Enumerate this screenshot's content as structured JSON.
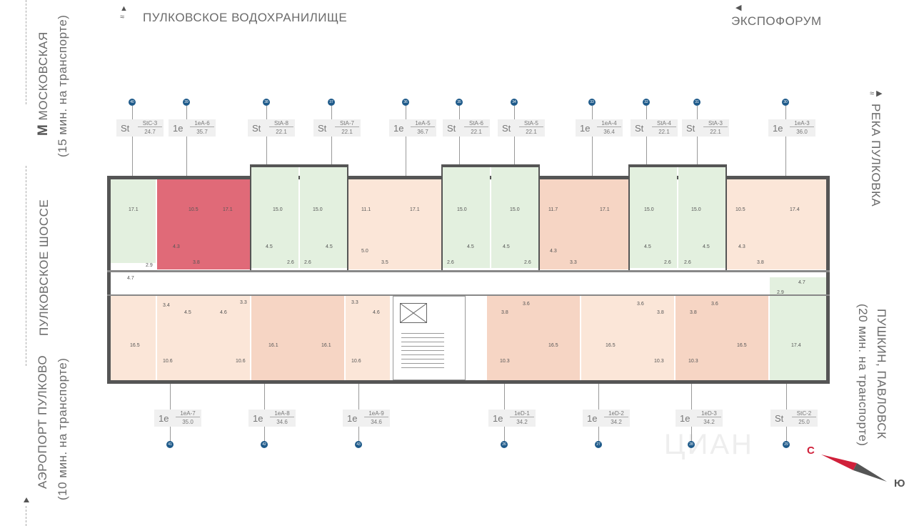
{
  "labels": {
    "top_left": "ПУЛКОВСКОЕ ВОДОХРАНИЛИЩЕ",
    "top_right": "ЭКСПОФОРУМ",
    "left_metro": "МОСКОВСКАЯ",
    "left_metro_sub": "(15 мин. на транспорте)",
    "left_highway": "ПУЛКОВСКОЕ ШОССЕ",
    "left_airport": "АЭРОПОРТ ПУЛКОВО",
    "left_airport_sub": "(10 мин. на транспорте)",
    "right_river": "РЕКА ПУЛКОВКА",
    "right_pushkin": "ПУШКИН, ПАВЛОВСК",
    "right_pushkin_sub": "(20 мин. на транспорте)",
    "metro_letter": "М",
    "compass_north": "С",
    "compass_south": "Ю",
    "watermark": "ЦИАН"
  },
  "top_units": [
    {
      "num": "40",
      "type": "St",
      "code": "StC-3",
      "area": "24.7"
    },
    {
      "num": "39",
      "type": "1e",
      "code": "1eA-6",
      "area": "35.7"
    },
    {
      "num": "38",
      "type": "St",
      "code": "StA-8",
      "area": "22.1"
    },
    {
      "num": "37",
      "type": "St",
      "code": "StA-7",
      "area": "22.1"
    },
    {
      "num": "36",
      "type": "1e",
      "code": "1eA-5",
      "area": "36.7"
    },
    {
      "num": "35",
      "type": "St",
      "code": "StA-6",
      "area": "22.1"
    },
    {
      "num": "34",
      "type": "St",
      "code": "StA-5",
      "area": "22.1"
    },
    {
      "num": "33",
      "type": "1e",
      "code": "1eA-4",
      "area": "36.4"
    },
    {
      "num": "32",
      "type": "St",
      "code": "StA-4",
      "area": "22.1"
    },
    {
      "num": "31",
      "type": "St",
      "code": "StA-3",
      "area": "22.1"
    },
    {
      "num": "30",
      "type": "1e",
      "code": "1eA-3",
      "area": "36.0"
    }
  ],
  "bottom_units": [
    {
      "num": "41",
      "type": "1e",
      "code": "1eA-7",
      "area": "35.0"
    },
    {
      "num": "42",
      "type": "1e",
      "code": "1eA-8",
      "area": "34.6"
    },
    {
      "num": "43",
      "type": "1e",
      "code": "1eA-9",
      "area": "34.6"
    },
    {
      "num": "26",
      "type": "1e",
      "code": "1eD-1",
      "area": "34.2"
    },
    {
      "num": "27",
      "type": "1e",
      "code": "1eD-2",
      "area": "34.2"
    },
    {
      "num": "28",
      "type": "1e",
      "code": "1eD-3",
      "area": "34.2"
    },
    {
      "num": "29",
      "type": "St",
      "code": "StC-2",
      "area": "25.0"
    }
  ],
  "room_areas": {
    "r1": "17.1",
    "r2": "10.5",
    "r3": "17.1",
    "r4": "15.0",
    "r5": "15.0",
    "r6": "11.1",
    "r7": "17.1",
    "r8": "15.0",
    "r9": "15.0",
    "r10": "11.7",
    "r11": "17.1",
    "r12": "15.0",
    "r13": "15.0",
    "r14": "10.5",
    "r15": "17.4",
    "b1": "4.7",
    "b2": "2.9",
    "b3": "4.3",
    "b4": "3.8",
    "b5": "4.5",
    "b6": "2.6",
    "b7": "4.5",
    "b8": "2.6",
    "b9": "5.0",
    "b10": "3.5",
    "b11": "2.6",
    "b12": "4.5",
    "b13": "4.5",
    "b14": "2.6",
    "b15": "4.3",
    "b16": "3.3",
    "b17": "4.5",
    "b18": "2.6",
    "b19": "2.6",
    "b20": "4.5",
    "b21": "4.3",
    "b22": "3.8",
    "b23": "4.7",
    "b24": "2.9",
    "c1": "3.4",
    "c2": "4.5",
    "c3": "4.6",
    "c4": "3.3",
    "c5": "3.3",
    "c6": "4.6",
    "c7": "3.8",
    "c8": "3.6",
    "c9": "3.6",
    "c10": "3.8",
    "c11": "3.8",
    "c12": "3.6",
    "d1": "16.5",
    "d2": "10.6",
    "d3": "10.6",
    "d4": "16.1",
    "d5": "16.1",
    "d6": "10.6",
    "d7": "10.3",
    "d8": "16.5",
    "d9": "16.5",
    "d10": "10.3",
    "d11": "10.3",
    "d12": "16.5",
    "d13": "17.4"
  },
  "colors": {
    "selected": "#e06a78",
    "selected_dark": "#c8485a",
    "green": "#e3f0df",
    "peach": "#fbe6d8",
    "salmon": "#f6d5c4",
    "wall": "#555555",
    "num_dot": "#1e5a8a"
  }
}
